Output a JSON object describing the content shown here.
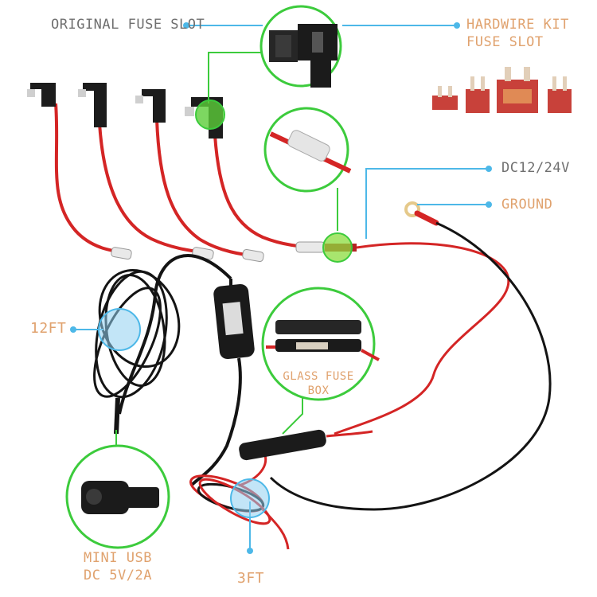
{
  "labels": {
    "original_fuse_slot": "ORIGINAL FUSE SLOT",
    "hardwire_kit_line1": "HARDWIRE KIT",
    "hardwire_kit_line2": "FUSE SLOT",
    "dc_voltage": "DC12/24V",
    "ground": "GROUND",
    "cable_12ft": "12FT",
    "glass_fuse_line1": "GLASS FUSE",
    "glass_fuse_line2": "BOX",
    "cable_3ft": "3FT",
    "mini_usb_line1": "MINI USB",
    "mini_usb_line2": "DC 5V/2A"
  },
  "colors": {
    "callout_green": "#3ccb3c",
    "pointer_blue": "#4db8e8",
    "label_orange": "#e0a26e",
    "label_gray": "#6f6f6f",
    "wire_red": "#d42525",
    "wire_black": "#141414",
    "fuse_red": "#c8413a"
  }
}
